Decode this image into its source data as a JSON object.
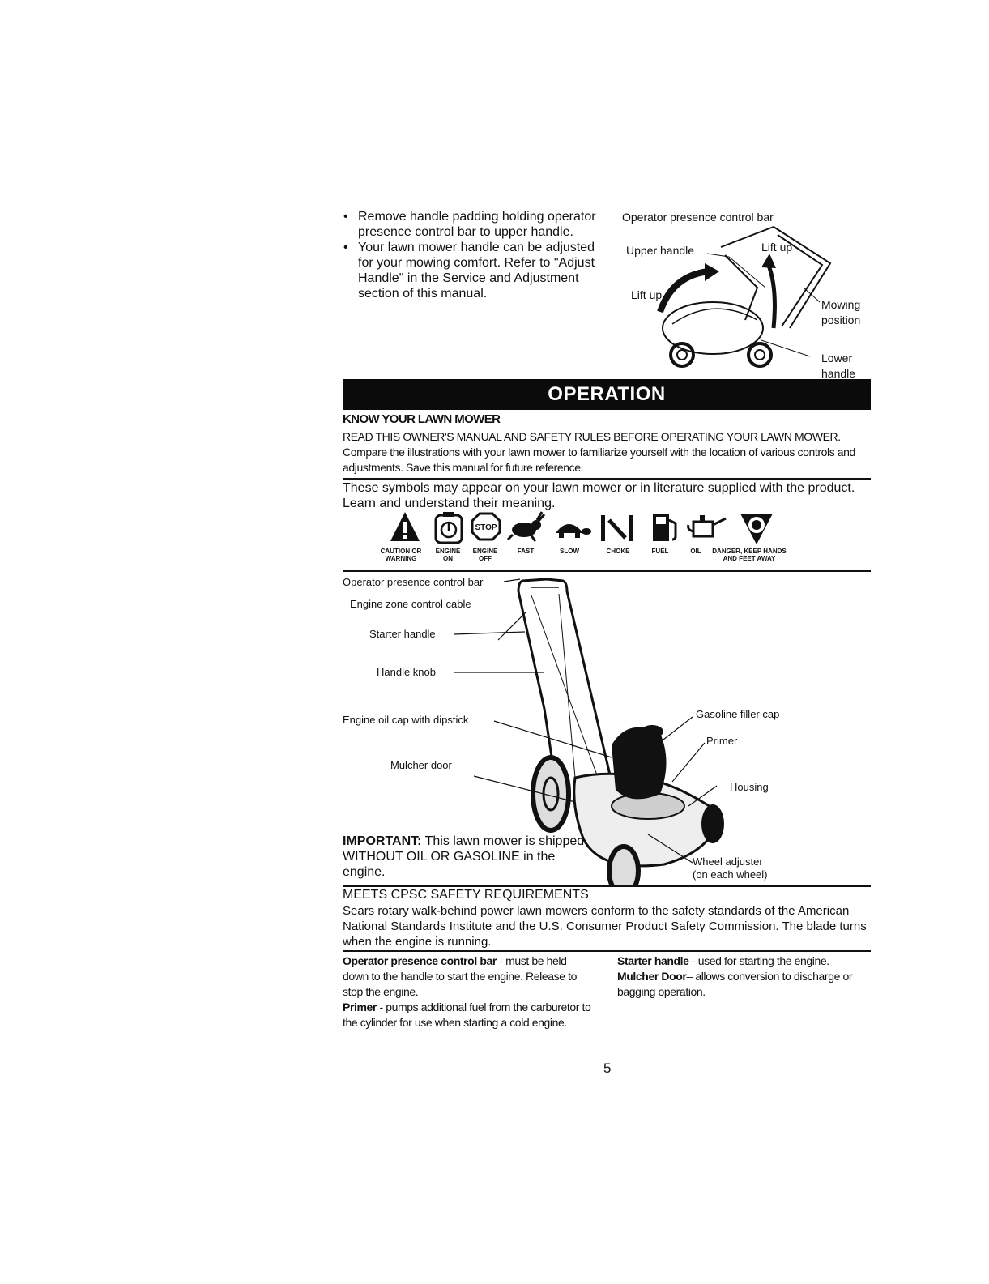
{
  "top_bullets": [
    "Remove handle padding holding operator presence control bar to upper handle.",
    "Your lawn mower handle can be adjusted for your mowing comfort. Refer to \"Adjust Handle\" in the Service and Adjustment section of this manual."
  ],
  "top_figure_labels": {
    "op_presence_bar": "Operator presence control bar",
    "upper_handle": "Upper handle",
    "lift_up_left": "Lift up",
    "lift_up_right": "Lift up",
    "mowing_position": "Mowing position",
    "lower_handle": "Lower handle"
  },
  "banner": "OPERATION",
  "section_heading": "KNOW YOUR LAWN MOWER",
  "read_caps": "READ THIS OWNER'S MANUAL AND SAFETY RULES BEFORE OPERATING YOUR LAWN",
  "read_rest_1": "MOWER.",
  "read_rest_2": "Compare the illustrations with your lawn mower to familiarize yourself with the location of various controls and adjustments. Save this manual for future reference.",
  "symbols_intro": "These symbols may appear on your lawn mower or in literature supplied with the product. Learn and understand their meaning.",
  "symbols": [
    {
      "label": "CAUTION OR WARNING",
      "icon": "warning-triangle-icon"
    },
    {
      "label": "ENGINE ON",
      "icon": "engine-on-icon"
    },
    {
      "label": "ENGINE OFF",
      "icon": "stop-icon"
    },
    {
      "label": "FAST",
      "icon": "rabbit-icon"
    },
    {
      "label": "SLOW",
      "icon": "turtle-icon"
    },
    {
      "label": "CHOKE",
      "icon": "choke-icon"
    },
    {
      "label": "FUEL",
      "icon": "fuel-pump-icon"
    },
    {
      "label": "OIL",
      "icon": "oil-can-icon"
    },
    {
      "label": "DANGER, KEEP HANDS AND FEET AWAY",
      "icon": "blade-hazard-icon"
    }
  ],
  "main_figure_labels": {
    "op_presence_bar": "Operator presence control bar",
    "engine_zone_cable": "Engine zone control cable",
    "starter_handle": "Starter handle",
    "handle_knob": "Handle knob",
    "engine_oil_cap": "Engine oil cap with dipstick",
    "mulcher_door": "Mulcher door",
    "gasoline_cap": "Gasoline filler cap",
    "primer": "Primer",
    "housing": "Housing",
    "wheel_adjuster": "Wheel adjuster",
    "wheel_adjuster_note": "(on each wheel)"
  },
  "important_label": "IMPORTANT:",
  "important_text": "This lawn mower is shipped WITHOUT OIL OR GASOLINE in the engine.",
  "meets": "MEETS CPSC SAFETY REQUIREMENTS",
  "sears_text": "Sears rotary walk-behind power lawn mowers conform to the safety standards of the American National Standards Institute and the U.S. Consumer Product Safety Commission. The blade turns when the engine is running.",
  "definitions_left": [
    {
      "term": "Operator presence control bar",
      "text": " - must be held down to the handle to start the engine. Release to stop the engine."
    },
    {
      "term": "Primer",
      "text": " - pumps additional fuel from the carburetor to the cylinder for use when starting a cold engine."
    }
  ],
  "definitions_right": [
    {
      "term": "Starter handle",
      "text": " - used for starting the engine."
    },
    {
      "term": "Mulcher Door",
      "text": "– allows conversion to discharge or bagging operation."
    }
  ],
  "page_number": "5"
}
